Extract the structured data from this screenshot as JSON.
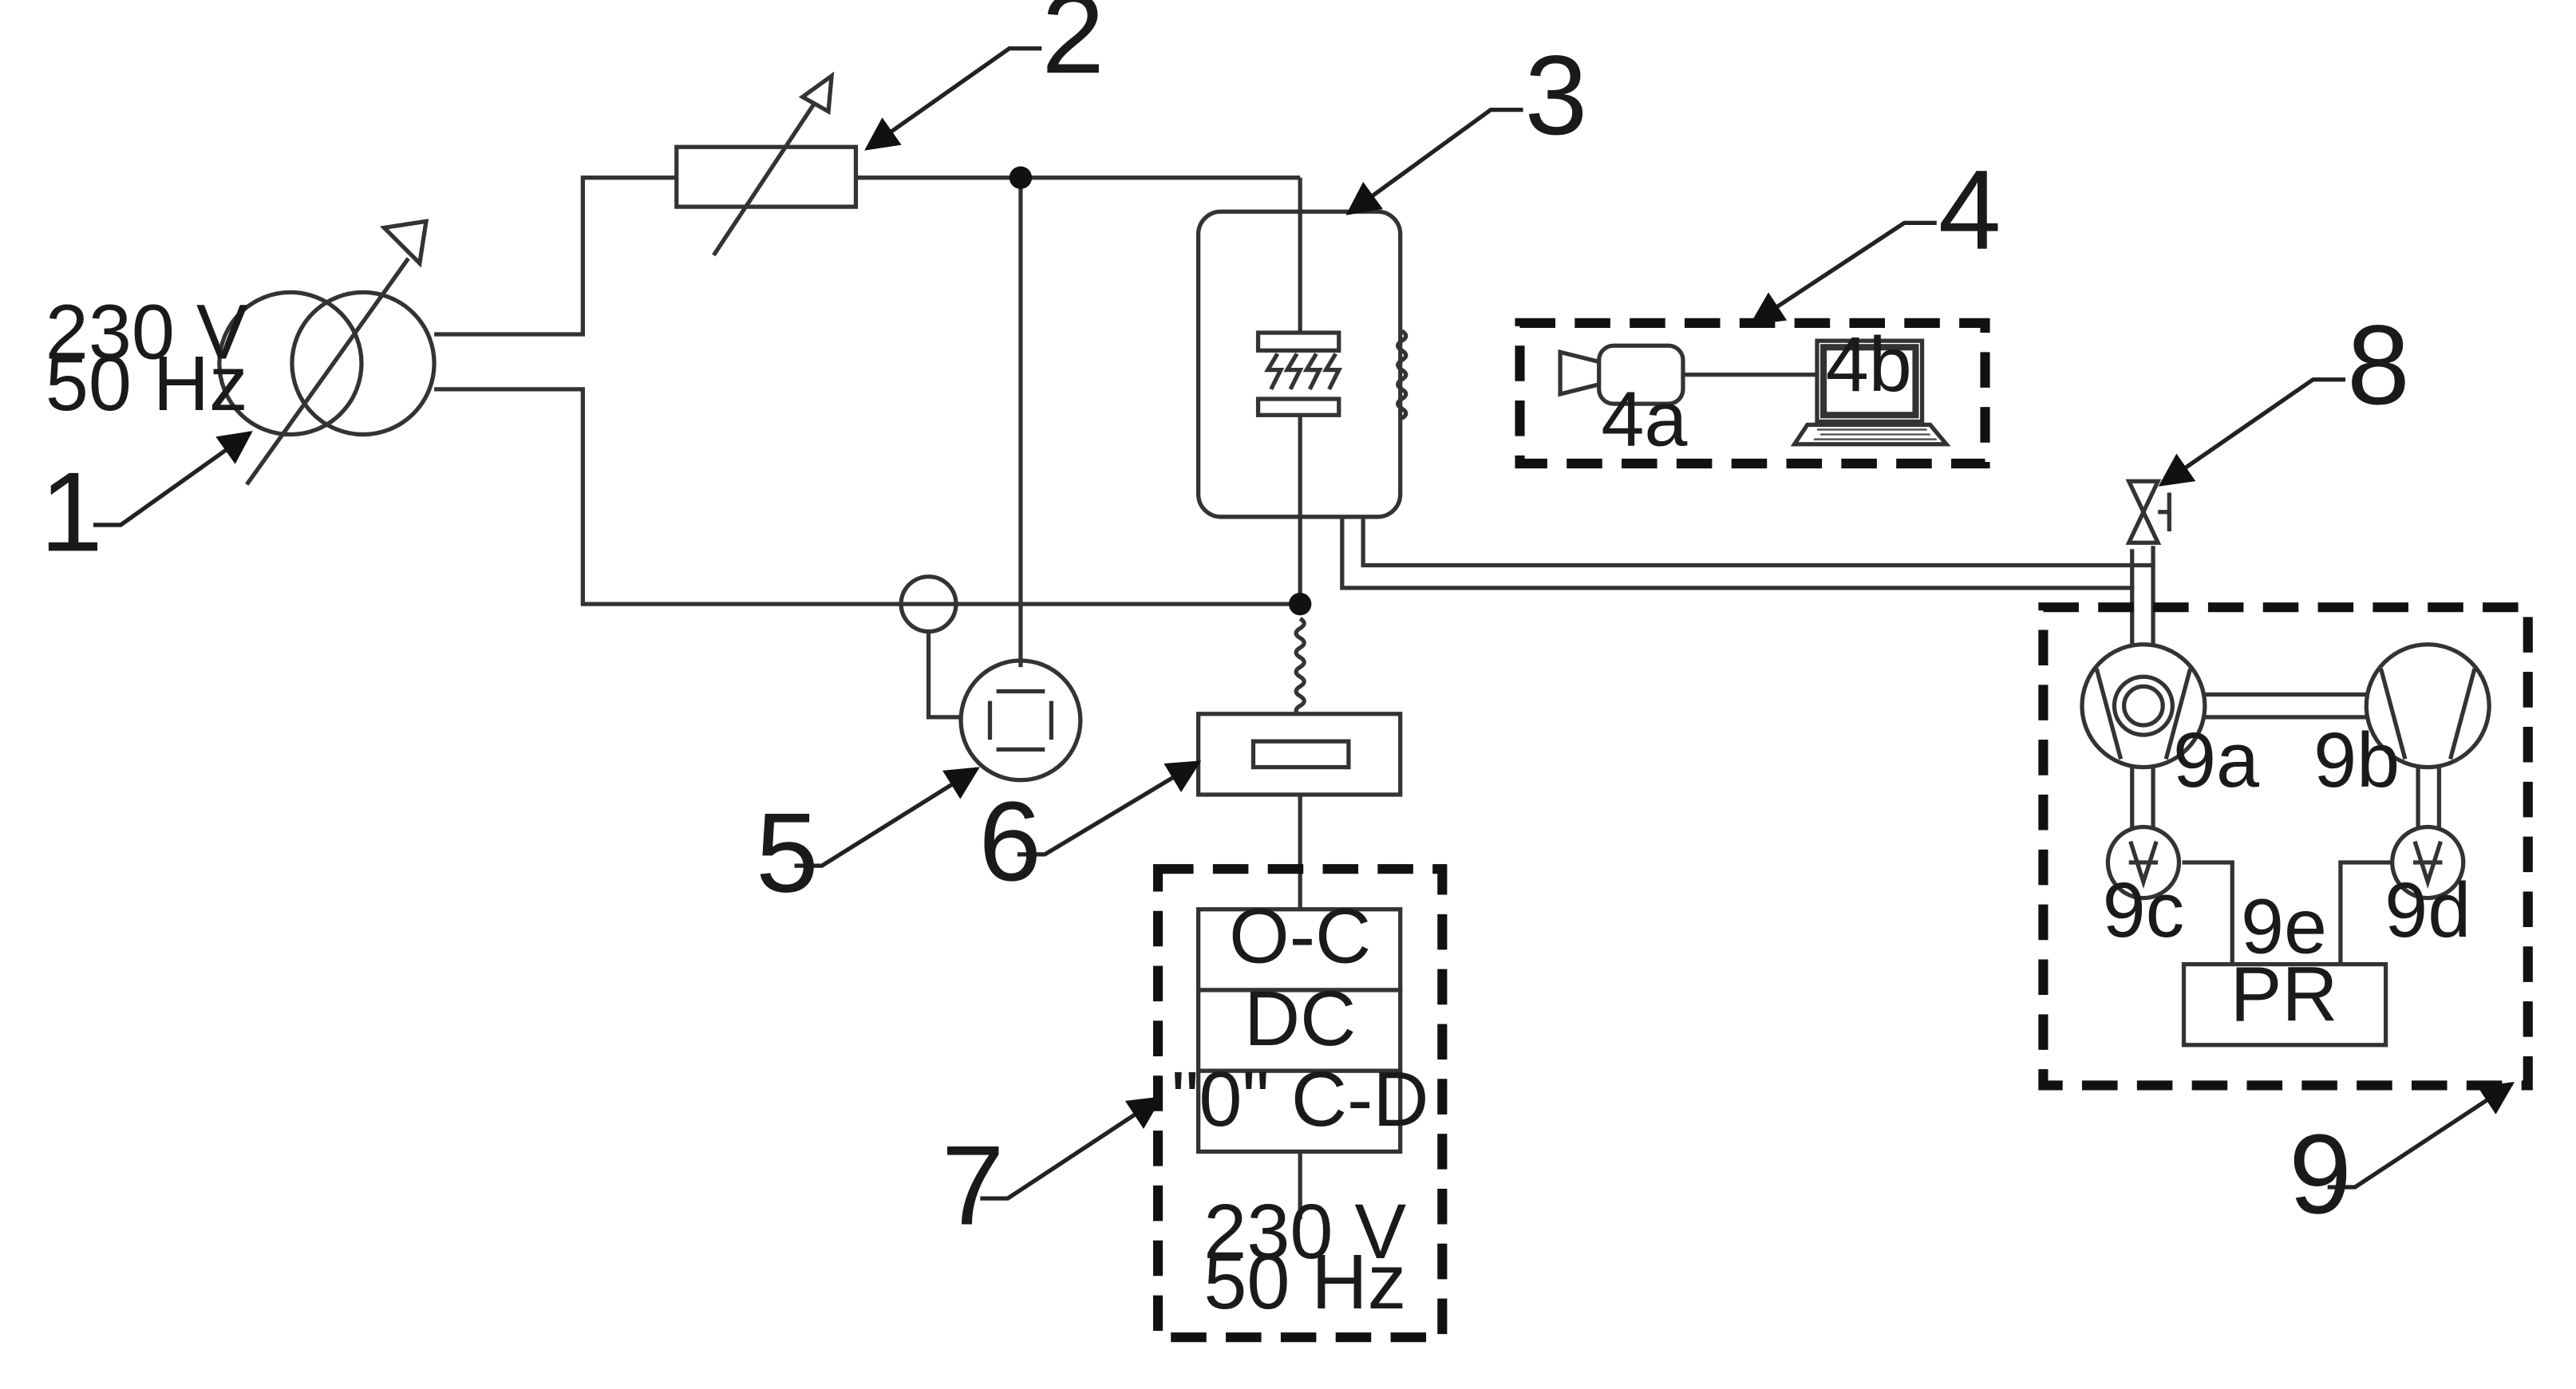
{
  "labels": {
    "transformer_voltage": "230 V",
    "transformer_freq": "50 Hz",
    "supply_voltage": "230 V",
    "supply_freq": "50 Hz",
    "camera": "4a",
    "laptop": "4b",
    "pump_a": "9a",
    "pump_b": "9b",
    "gauge_c": "9c",
    "gauge_d": "9d",
    "controller": "9e",
    "pr": "PR",
    "oc": "O-C",
    "dc": "DC",
    "cd": "\"0\" C-D"
  },
  "numbers": {
    "n1": "1",
    "n2": "2",
    "n3": "3",
    "n4": "4",
    "n5": "5",
    "n6": "6",
    "n7": "7",
    "n8": "8",
    "n9": "9"
  }
}
